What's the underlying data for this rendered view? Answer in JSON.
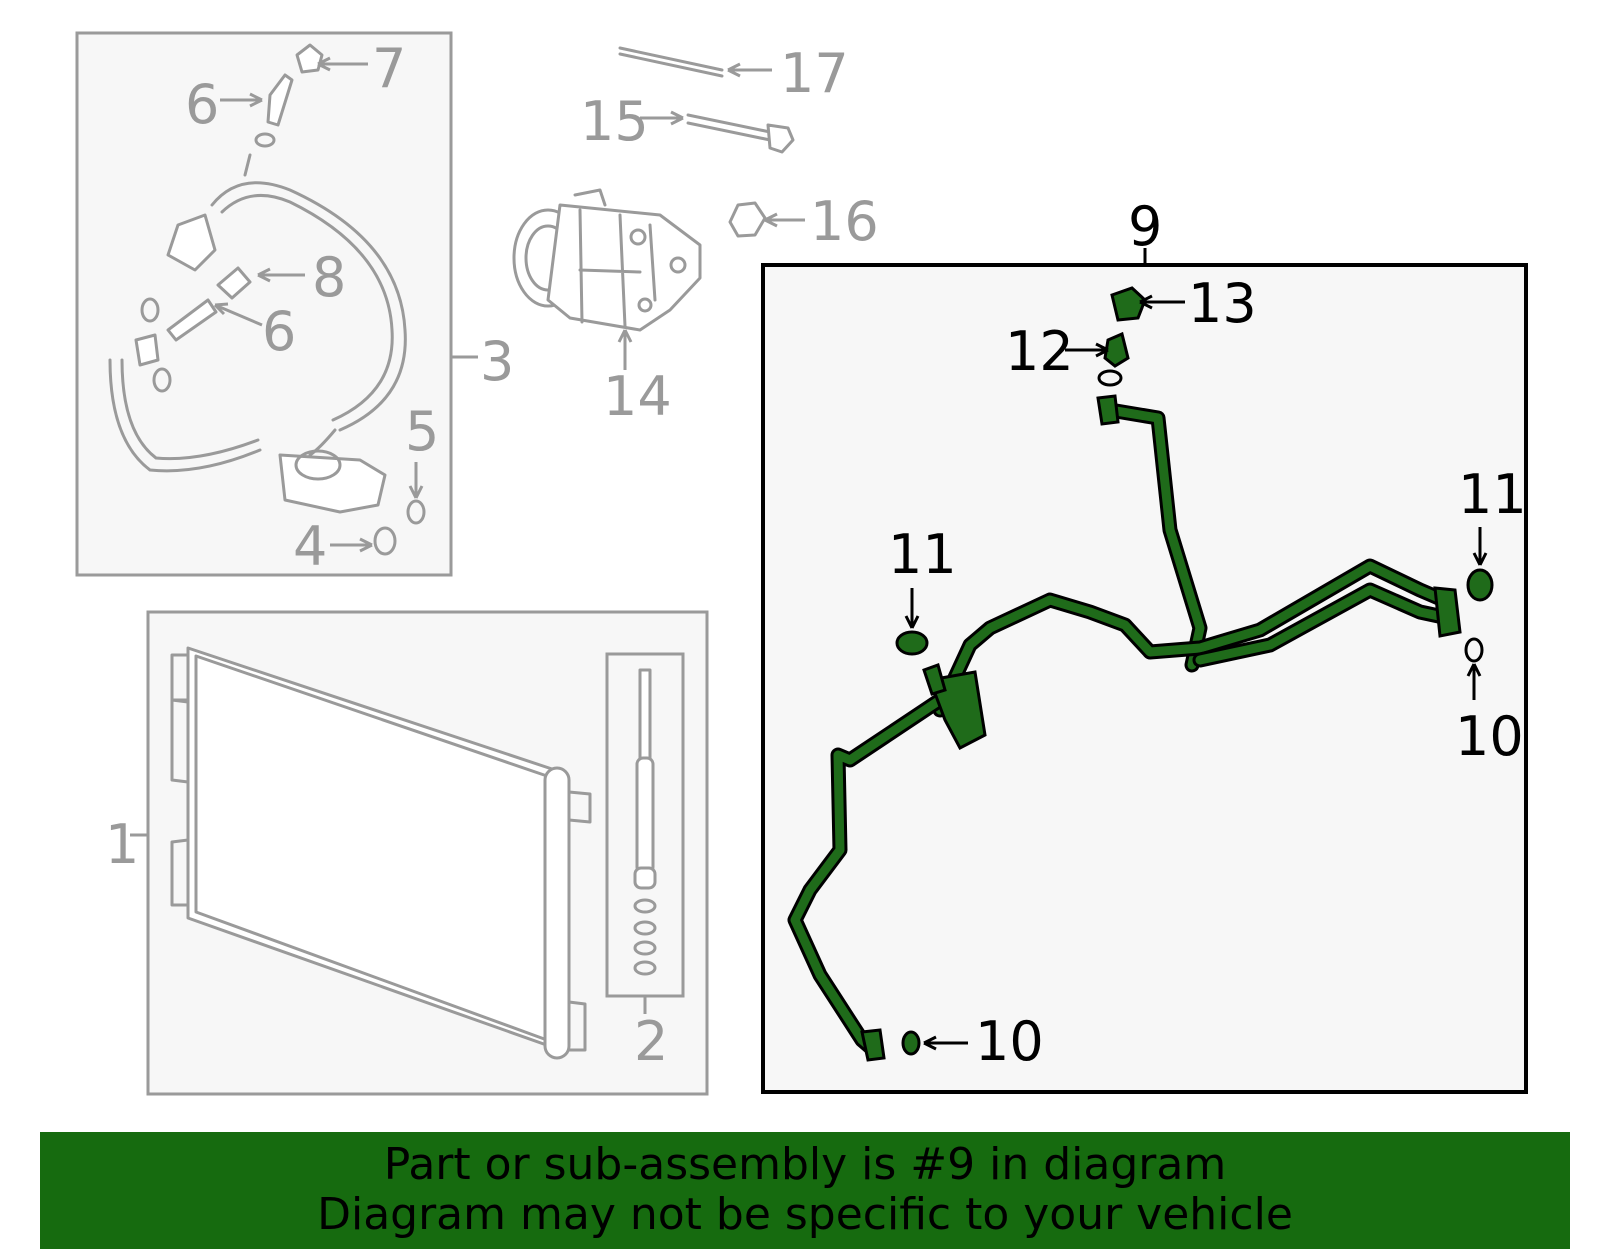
{
  "callouts": {
    "c1": "1",
    "c2": "2",
    "c3": "3",
    "c4": "4",
    "c5": "5",
    "c6a": "6",
    "c6b": "6",
    "c7": "7",
    "c8": "8",
    "c9": "9",
    "c10a": "10",
    "c10b": "10",
    "c11a": "11",
    "c11b": "11",
    "c12": "12",
    "c13": "13",
    "c14": "14",
    "c15": "15",
    "c16": "16",
    "c17": "17"
  },
  "footer": {
    "line1": "Part or sub-assembly is #9 in diagram",
    "line2": "Diagram may not be specific to your vehicle"
  },
  "colors": {
    "highlight": "#1f6b1a",
    "banner": "#166b0f",
    "gray_line": "#9a9a9a"
  }
}
